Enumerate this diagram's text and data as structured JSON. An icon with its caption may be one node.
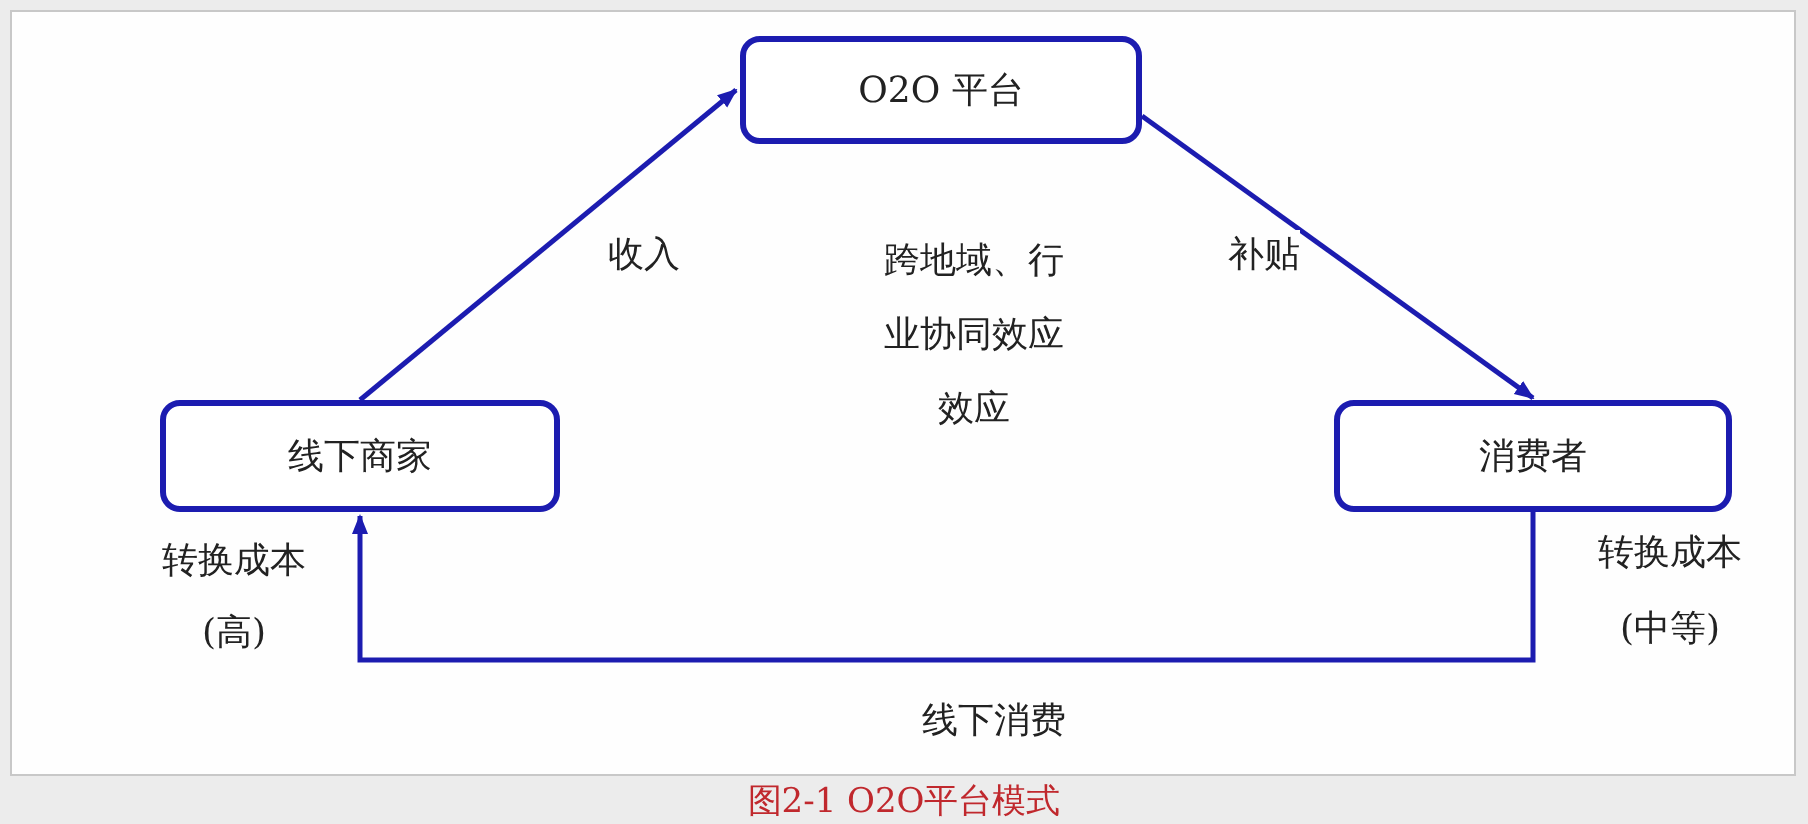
{
  "diagram": {
    "caption": "图2-1 O2O平台模式",
    "nodes": [
      {
        "text": [
          "O2O 平台"
        ]
      },
      {
        "text": [
          "线下商家"
        ],
        "beside": [
          "转换成本",
          "(高)"
        ]
      },
      {
        "text": [
          "消费者"
        ],
        "beside": [
          "转换成本",
          "(中等)"
        ]
      }
    ],
    "edges": [
      {
        "from": 1,
        "to": 0,
        "arrow": "to",
        "label": "收入"
      },
      {
        "from": 0,
        "to": 2,
        "arrow": "to",
        "label": "补贴"
      },
      {
        "from": 2,
        "to": 1,
        "arrow": "to",
        "label": "线下消费"
      }
    ],
    "labels": [
      "跨地域、行业协同效应效应"
    ]
  }
}
